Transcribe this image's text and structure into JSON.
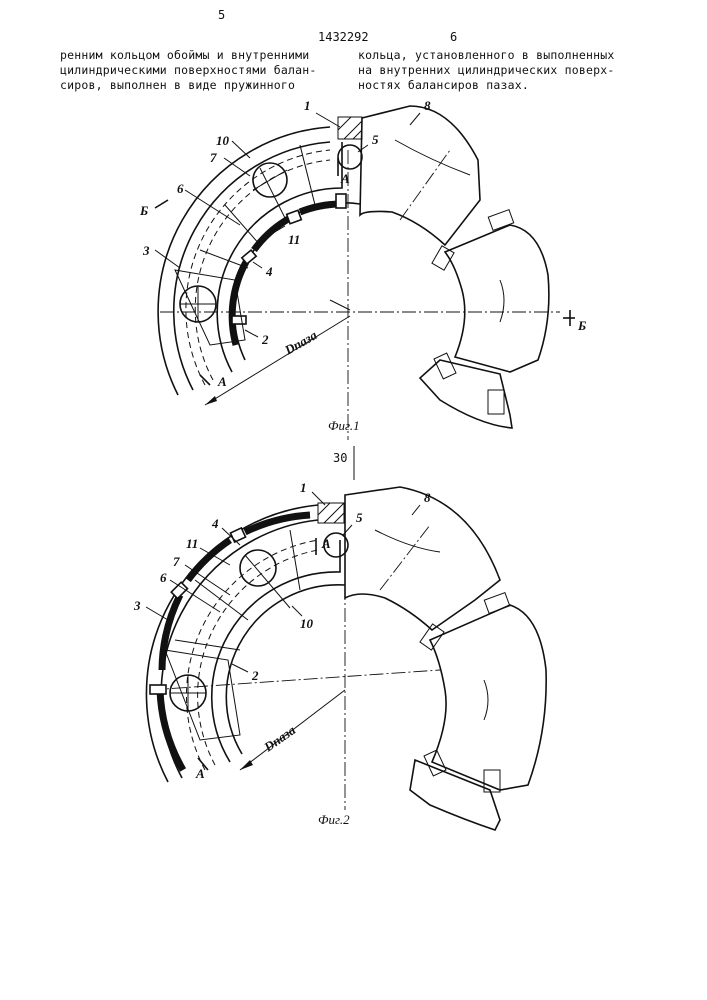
{
  "header": {
    "page_left": "5",
    "patent_number": "1432292",
    "page_right": "6"
  },
  "text": {
    "left_lines": [
      "ренним кольцом обоймы и внутренними",
      "цилиндрическими поверхностями балан-",
      "сиров, выполнен в виде пружинного"
    ],
    "right_lines": [
      "кольца, установленного в выполненных",
      "на внутренних цилиндрических поверх-",
      "ностях балансиров пазах."
    ]
  },
  "line_number": "30",
  "figure1": {
    "caption": "Фиг.1",
    "labels": {
      "l1": "1",
      "l2": "2",
      "l3": "3",
      "l4": "4",
      "l5": "5",
      "l6": "6",
      "l7": "7",
      "l8": "8",
      "l10": "10",
      "l11": "11",
      "secA1": "А",
      "secA2": "А",
      "secB1": "Б",
      "secB2": "Б",
      "dim": "Dпаза"
    }
  },
  "figure2": {
    "caption": "Фиг.2",
    "labels": {
      "l1": "1",
      "l2": "2",
      "l3": "3",
      "l4": "4",
      "l5": "5",
      "l6": "6",
      "l7": "7",
      "l8": "8",
      "l10": "10",
      "l11": "11",
      "secA1": "А",
      "secA2": "А",
      "dim": "Dпаза"
    }
  }
}
